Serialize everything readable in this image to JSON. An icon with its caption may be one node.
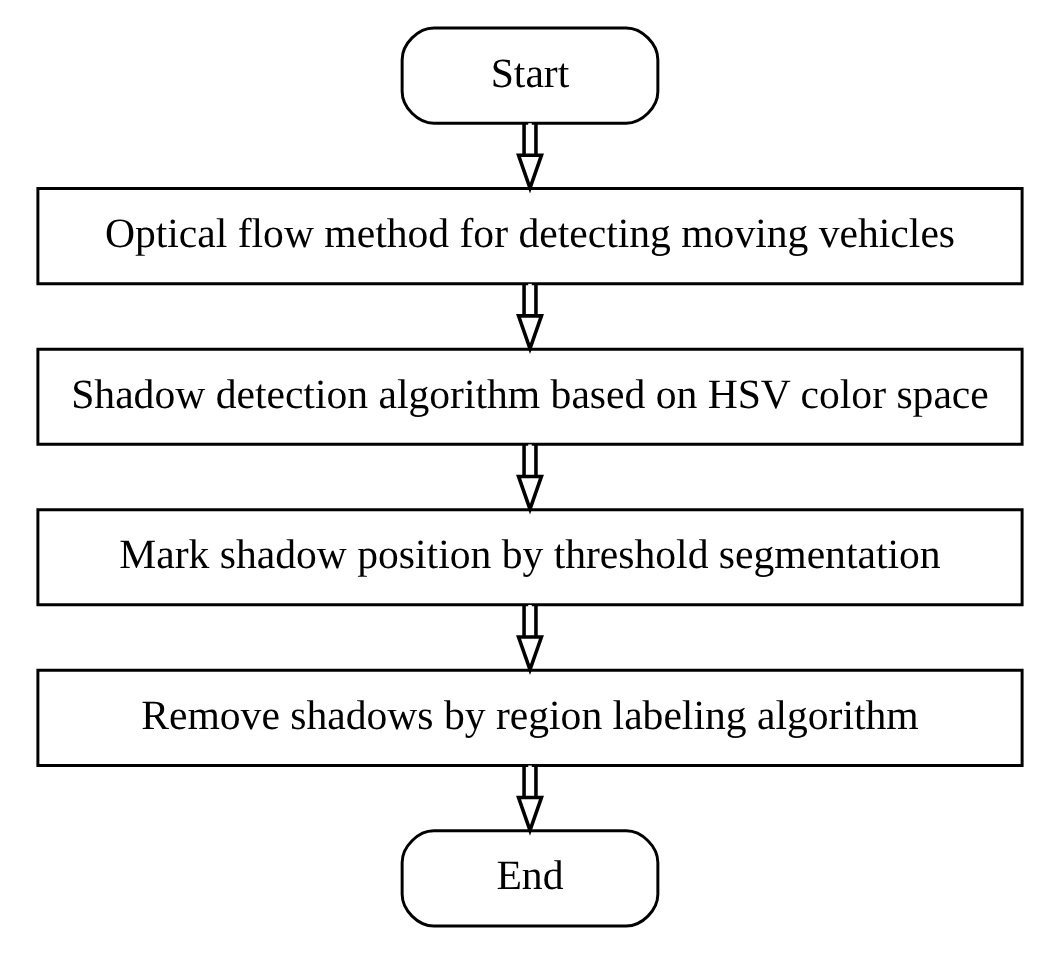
{
  "diagram": {
    "nodes": [
      {
        "text": [
          "Start"
        ]
      },
      {
        "text": [
          "Optical flow method for detecting moving vehicles"
        ]
      },
      {
        "text": [
          "Shadow detection algorithm based on HSV color space"
        ]
      },
      {
        "text": [
          "Mark shadow position by threshold segmentation"
        ]
      },
      {
        "text": [
          "Remove shadows by region labeling algorithm"
        ]
      },
      {
        "text": [
          "End"
        ]
      }
    ],
    "edges": [
      {
        "from": 0,
        "to": 1,
        "arrow": "to"
      },
      {
        "from": 1,
        "to": 2,
        "arrow": "to"
      },
      {
        "from": 2,
        "to": 3,
        "arrow": "to"
      },
      {
        "from": 3,
        "to": 4,
        "arrow": "to"
      },
      {
        "from": 4,
        "to": 5,
        "arrow": "to"
      }
    ]
  }
}
